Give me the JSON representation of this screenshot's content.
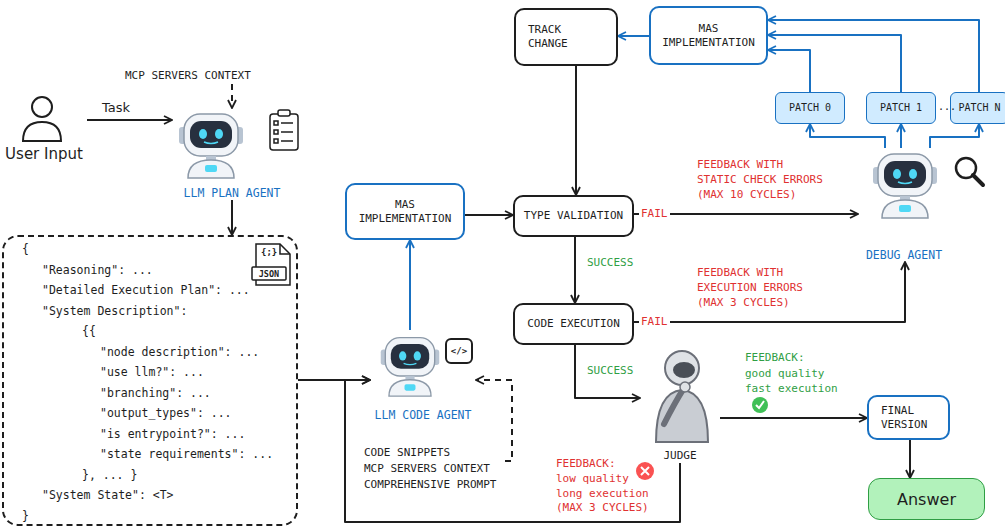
{
  "diagram": {
    "nodes": [
      {
        "text": [
          "User Input"
        ]
      },
      {
        "text": [
          "MCP SERVERS CONTEXT"
        ]
      },
      {
        "text": [
          "LLM PLAN AGENT"
        ]
      },
      {
        "text": [
          "{",
          "\"Reasoning\": ...",
          "\"Detailed Execution Plan\": ...",
          "\"System Description\":",
          "{{",
          "\"node description\": ...",
          "\"use llm?\": ...",
          "\"branching\": ...",
          "\"output_types\": ...",
          "\"is entrypoint?\": ...",
          "\"state requirements\": ...",
          "}, ... }",
          "\"System State\": <T>",
          "}"
        ]
      },
      {
        "text": [
          "MAS IMPLEMENTATION"
        ]
      },
      {
        "text": [
          "TRACK CHANGE"
        ]
      },
      {
        "text": [
          "MAS IMPLEMENTATION"
        ]
      },
      {
        "text": [
          "PATCH 0"
        ]
      },
      {
        "text": [
          "PATCH 1"
        ]
      },
      {
        "text": [
          "PATCH N"
        ]
      },
      {
        "text": [
          "TYPE VALIDATION"
        ]
      },
      {
        "text": [
          "DEBUG AGENT"
        ]
      },
      {
        "text": [
          "CODE EXECUTION"
        ]
      },
      {
        "text": [
          "LLM CODE AGENT"
        ]
      },
      {
        "text": [
          "CODE SNIPPETS",
          "MCP SERVERS CONTEXT",
          "COMPREHENSIVE PROMPT"
        ]
      },
      {
        "text": [
          "JUDGE"
        ]
      },
      {
        "text": [
          "FINAL VERSION"
        ]
      },
      {
        "text": [
          "Answer"
        ]
      }
    ],
    "edges": [
      {
        "from": 0,
        "to": 2,
        "label": "Task",
        "arrow": "to"
      },
      {
        "from": 1,
        "to": 2,
        "arrow": "to"
      },
      {
        "from": 2,
        "to": 3,
        "arrow": "to"
      },
      {
        "from": 3,
        "to": 13,
        "arrow": "to"
      },
      {
        "from": 13,
        "to": 4,
        "arrow": "to"
      },
      {
        "from": 4,
        "to": 10,
        "arrow": "to"
      },
      {
        "from": 10,
        "to": 12,
        "label": "SUCCESS",
        "arrow": "to"
      },
      {
        "from": 10,
        "to": 11,
        "label": "FAIL",
        "arrow": "to"
      },
      {
        "from": 12,
        "to": 11,
        "label": "FAIL",
        "arrow": "to"
      },
      {
        "from": 12,
        "to": 15,
        "label": "SUCCESS",
        "arrow": "to"
      },
      {
        "from": 15,
        "to": 16,
        "arrow": "to"
      },
      {
        "from": 16,
        "to": 17,
        "arrow": "to"
      },
      {
        "from": 15,
        "to": 13,
        "arrow": "to"
      },
      {
        "from": 14,
        "to": 13,
        "arrow": "to"
      },
      {
        "from": 11,
        "to": 7,
        "arrow": "to"
      },
      {
        "from": 11,
        "to": 8,
        "arrow": "to"
      },
      {
        "from": 11,
        "to": 9,
        "arrow": "to"
      },
      {
        "from": 7,
        "to": 6,
        "arrow": "to"
      },
      {
        "from": 8,
        "to": 6,
        "arrow": "to"
      },
      {
        "from": 9,
        "to": 6,
        "arrow": "to"
      },
      {
        "from": 6,
        "to": 5,
        "arrow": "to"
      },
      {
        "from": 5,
        "to": 10,
        "arrow": "to"
      }
    ],
    "labels": [
      "FEEDBACK WITH STATIC CHECK ERRORS (MAX 10 CYCLES)",
      "FEEDBACK WITH EXECUTION ERRORS (MAX 3 CYCLES)",
      "FEEDBACK:",
      "good quality fast execution",
      "FEEDBACK:",
      "low quality long execution (MAX 3 CYCLES)",
      "...",
      "{;}",
      "JSON",
      "</>"
    ]
  }
}
